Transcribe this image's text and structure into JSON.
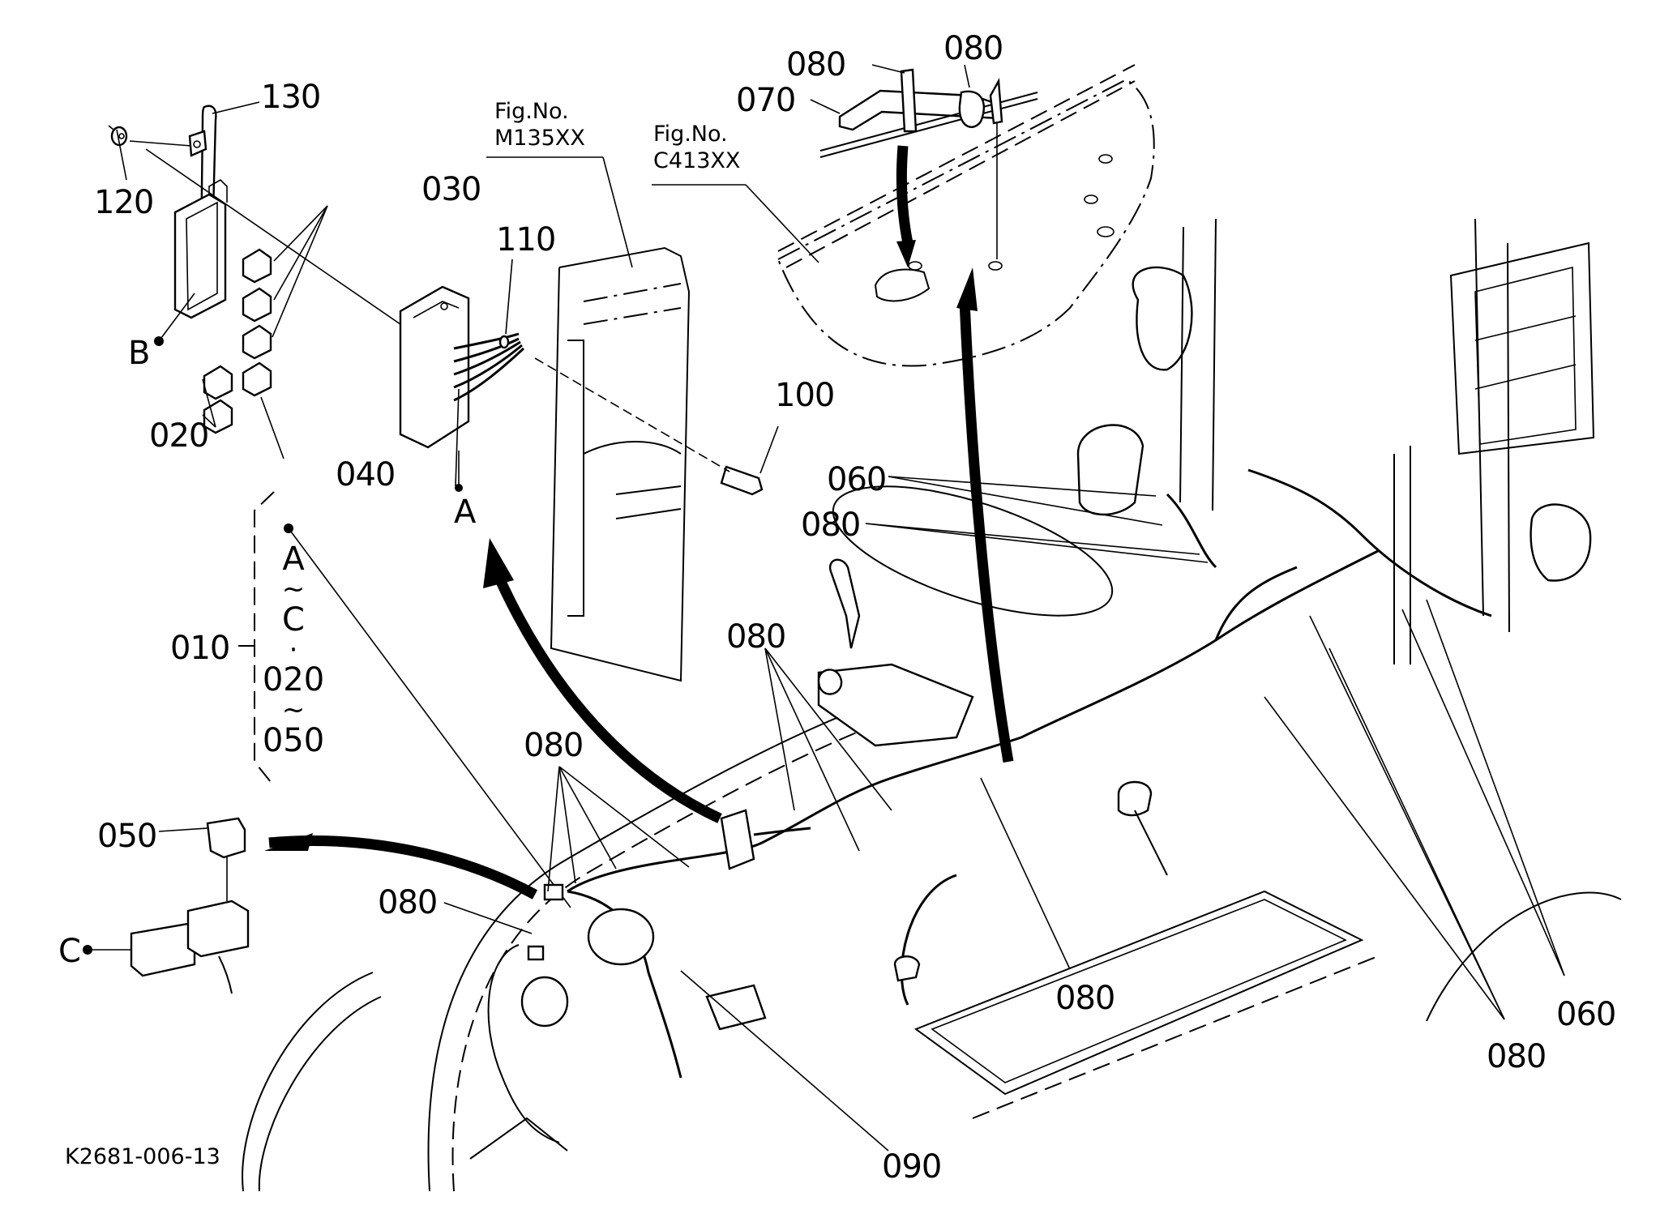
{
  "diagram": {
    "type": "exploded parts diagram — wiring harness",
    "drawing_code": "K2681-006-13",
    "figure_references": [
      {
        "line1": "Fig.No.",
        "line2": "M135XX"
      },
      {
        "line1": "Fig.No.",
        "line2": "C413XX"
      }
    ],
    "callouts": {
      "c130": "130",
      "c120": "120",
      "c030": "030",
      "c110": "110",
      "cB": "B",
      "c020": "020",
      "c040": "040",
      "cA": "A",
      "c100": "100",
      "c080_top_left": "080",
      "c070": "070",
      "c080_top_right": "080",
      "c060_mid": "060",
      "c080_mid": "080",
      "c080_center": "080",
      "c080_lower_left_group": "080",
      "c050": "050",
      "c080_lower_left": "080",
      "cC": "C",
      "c080_bottom_center": "080",
      "c090": "090",
      "c060_right": "060",
      "c080_right": "080"
    },
    "assembly_group": {
      "part_no": "010",
      "includes": [
        "A",
        "~",
        "C",
        "·",
        "020",
        "~",
        "050"
      ]
    },
    "reference_points": [
      "A",
      "B",
      "C"
    ]
  }
}
